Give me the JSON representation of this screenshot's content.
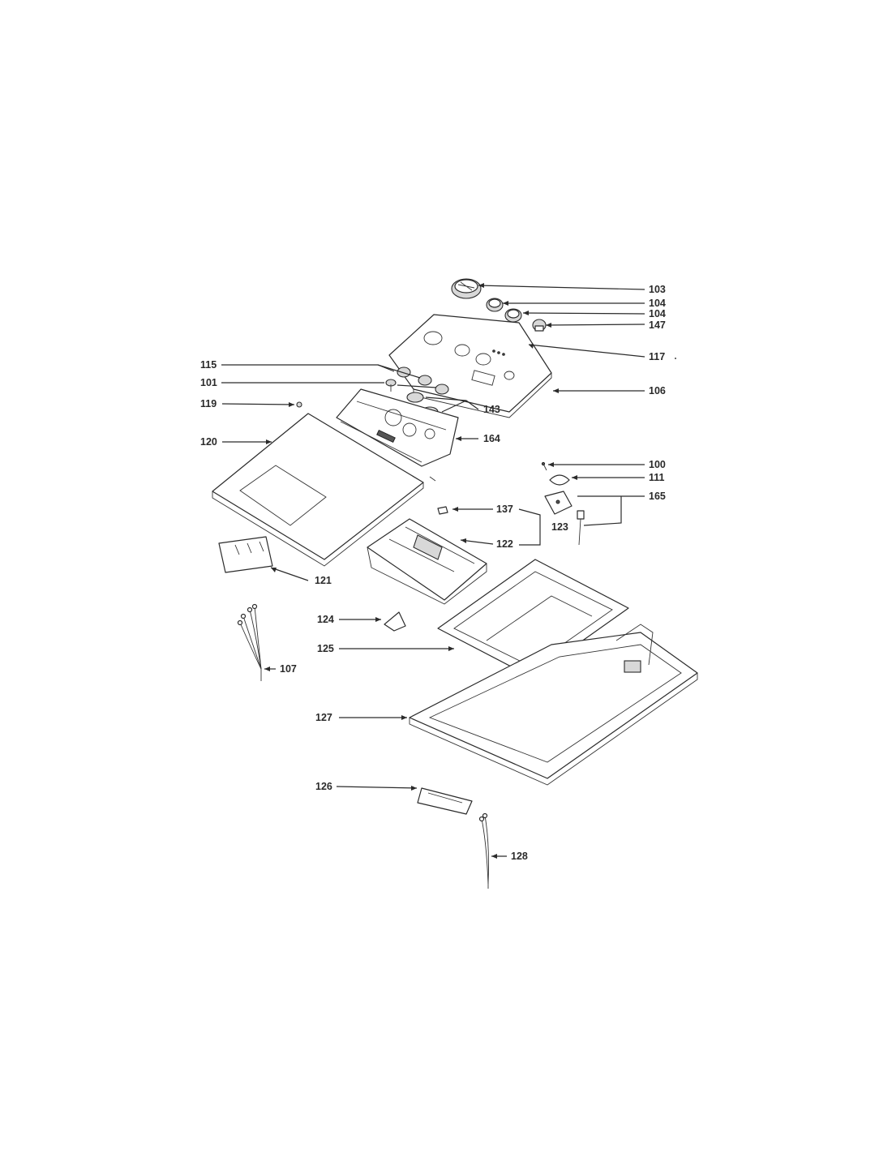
{
  "callouts": {
    "c103": "103",
    "c104a": "104",
    "c104b": "104",
    "c147": "147",
    "c117": "117",
    "c115": "115",
    "c101": "101",
    "c119": "119",
    "c106": "106",
    "c143": "143",
    "c120": "120",
    "c164": "164",
    "c100": "100",
    "c111": "111",
    "c165": "165",
    "c137": "137",
    "c123": "123",
    "c122": "122",
    "c121": "121",
    "c124": "124",
    "c125": "125",
    "c107": "107",
    "c127": "127",
    "c126": "126",
    "c128": "128"
  }
}
